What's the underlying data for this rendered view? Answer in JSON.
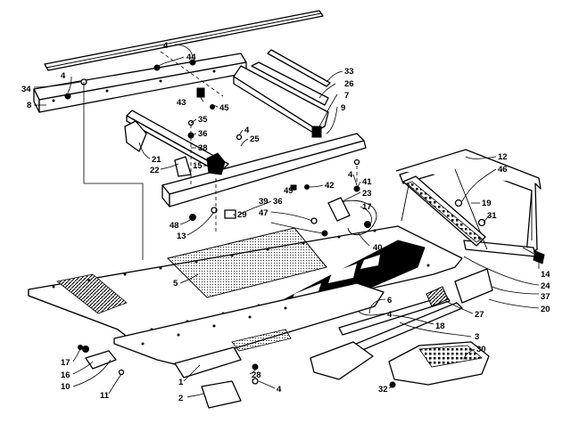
{
  "callouts": [
    {
      "id": "c4a",
      "text": "4"
    },
    {
      "id": "c44",
      "text": "44"
    },
    {
      "id": "c34",
      "text": "34"
    },
    {
      "id": "c4b",
      "text": "4"
    },
    {
      "id": "c8",
      "text": "8"
    },
    {
      "id": "c33",
      "text": "33"
    },
    {
      "id": "c26",
      "text": "26"
    },
    {
      "id": "c7",
      "text": "7"
    },
    {
      "id": "c9",
      "text": "9"
    },
    {
      "id": "c43",
      "text": "43"
    },
    {
      "id": "c45",
      "text": "45"
    },
    {
      "id": "c35",
      "text": "35"
    },
    {
      "id": "c36a",
      "text": "36"
    },
    {
      "id": "c38",
      "text": "38"
    },
    {
      "id": "c4c",
      "text": "4"
    },
    {
      "id": "c25",
      "text": "25"
    },
    {
      "id": "c21",
      "text": "21"
    },
    {
      "id": "c22",
      "text": "22"
    },
    {
      "id": "c15",
      "text": "15"
    },
    {
      "id": "c12",
      "text": "12"
    },
    {
      "id": "c46",
      "text": "46"
    },
    {
      "id": "c4d",
      "text": "4"
    },
    {
      "id": "c41",
      "text": "41"
    },
    {
      "id": "c49",
      "text": "49"
    },
    {
      "id": "c42",
      "text": "42"
    },
    {
      "id": "c23",
      "text": "23"
    },
    {
      "id": "c19",
      "text": "19"
    },
    {
      "id": "c36b",
      "text": "36"
    },
    {
      "id": "c39",
      "text": "39"
    },
    {
      "id": "c17a",
      "text": "17"
    },
    {
      "id": "c47",
      "text": "47"
    },
    {
      "id": "c29",
      "text": "29"
    },
    {
      "id": "c31",
      "text": "31"
    },
    {
      "id": "c48",
      "text": "48"
    },
    {
      "id": "c13",
      "text": "13"
    },
    {
      "id": "c40",
      "text": "40"
    },
    {
      "id": "c14",
      "text": "14"
    },
    {
      "id": "c24",
      "text": "24"
    },
    {
      "id": "c5",
      "text": "5"
    },
    {
      "id": "c37",
      "text": "37"
    },
    {
      "id": "c6",
      "text": "6"
    },
    {
      "id": "c20",
      "text": "20"
    },
    {
      "id": "c27",
      "text": "27"
    },
    {
      "id": "c4e",
      "text": "4"
    },
    {
      "id": "c18",
      "text": "18"
    },
    {
      "id": "c3",
      "text": "3"
    },
    {
      "id": "c17b",
      "text": "17"
    },
    {
      "id": "c16",
      "text": "16"
    },
    {
      "id": "c10",
      "text": "10"
    },
    {
      "id": "c11",
      "text": "11"
    },
    {
      "id": "c30",
      "text": "30"
    },
    {
      "id": "c28",
      "text": "28"
    },
    {
      "id": "c1",
      "text": "1"
    },
    {
      "id": "c2",
      "text": "2"
    },
    {
      "id": "c4f",
      "text": "4"
    },
    {
      "id": "c32",
      "text": "32"
    }
  ]
}
